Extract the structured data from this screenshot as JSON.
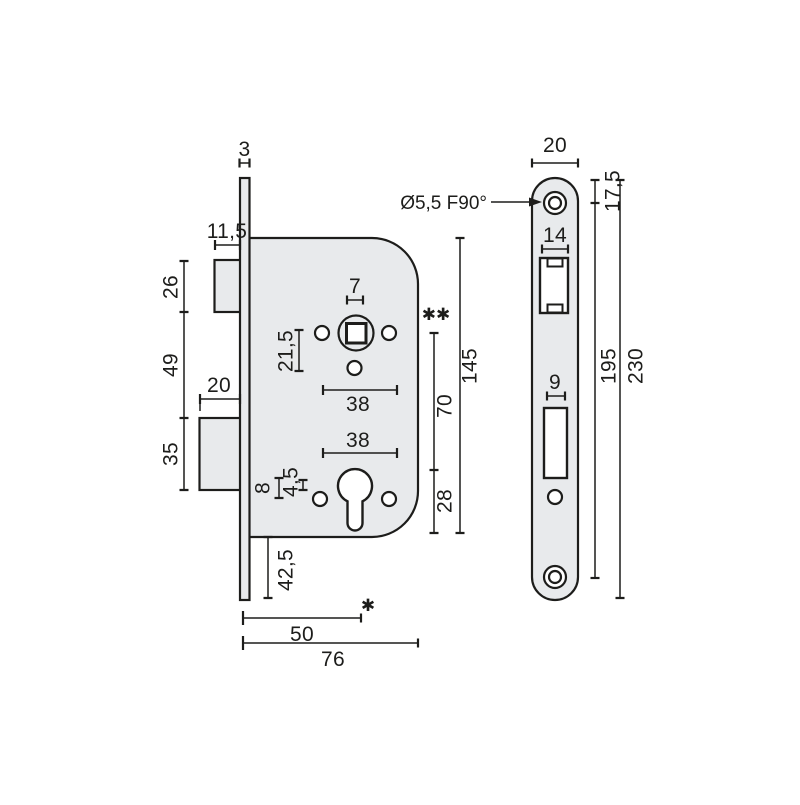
{
  "colors": {
    "accent": "#F2A71C",
    "ink": "#1D1D1B",
    "steel_fill": "#E8EAEC"
  },
  "left_view": {
    "labels": {
      "plate_thickness": "3",
      "latch_protrusion": "11,5",
      "latch_height": "26",
      "mid_distance": "49",
      "deadbolt_height": "35",
      "deadbolt_protrusion": "20",
      "follower_square": "7",
      "follower_offset": "21,5",
      "upper_hole_spacing": "38",
      "lower_hole_spacing": "38",
      "hole_dim_8": "8",
      "hole_dim_4_5": "4,5",
      "bottom_offset": "42,5",
      "backset": "50",
      "total_depth": "76",
      "body_height": "145",
      "centre_distance": "70",
      "cylinder_to_bottom": "28",
      "marker_double": "✱✱",
      "marker_single": "✱"
    }
  },
  "right_view": {
    "labels": {
      "plate_width": "20",
      "screw_hole_spec": "Ø5,5 F90°",
      "top_hole_offset": "17,5",
      "latch_cutout_width": "14",
      "bolt_cutout_width": "9",
      "screw_centres": "195",
      "plate_height": "230"
    }
  }
}
